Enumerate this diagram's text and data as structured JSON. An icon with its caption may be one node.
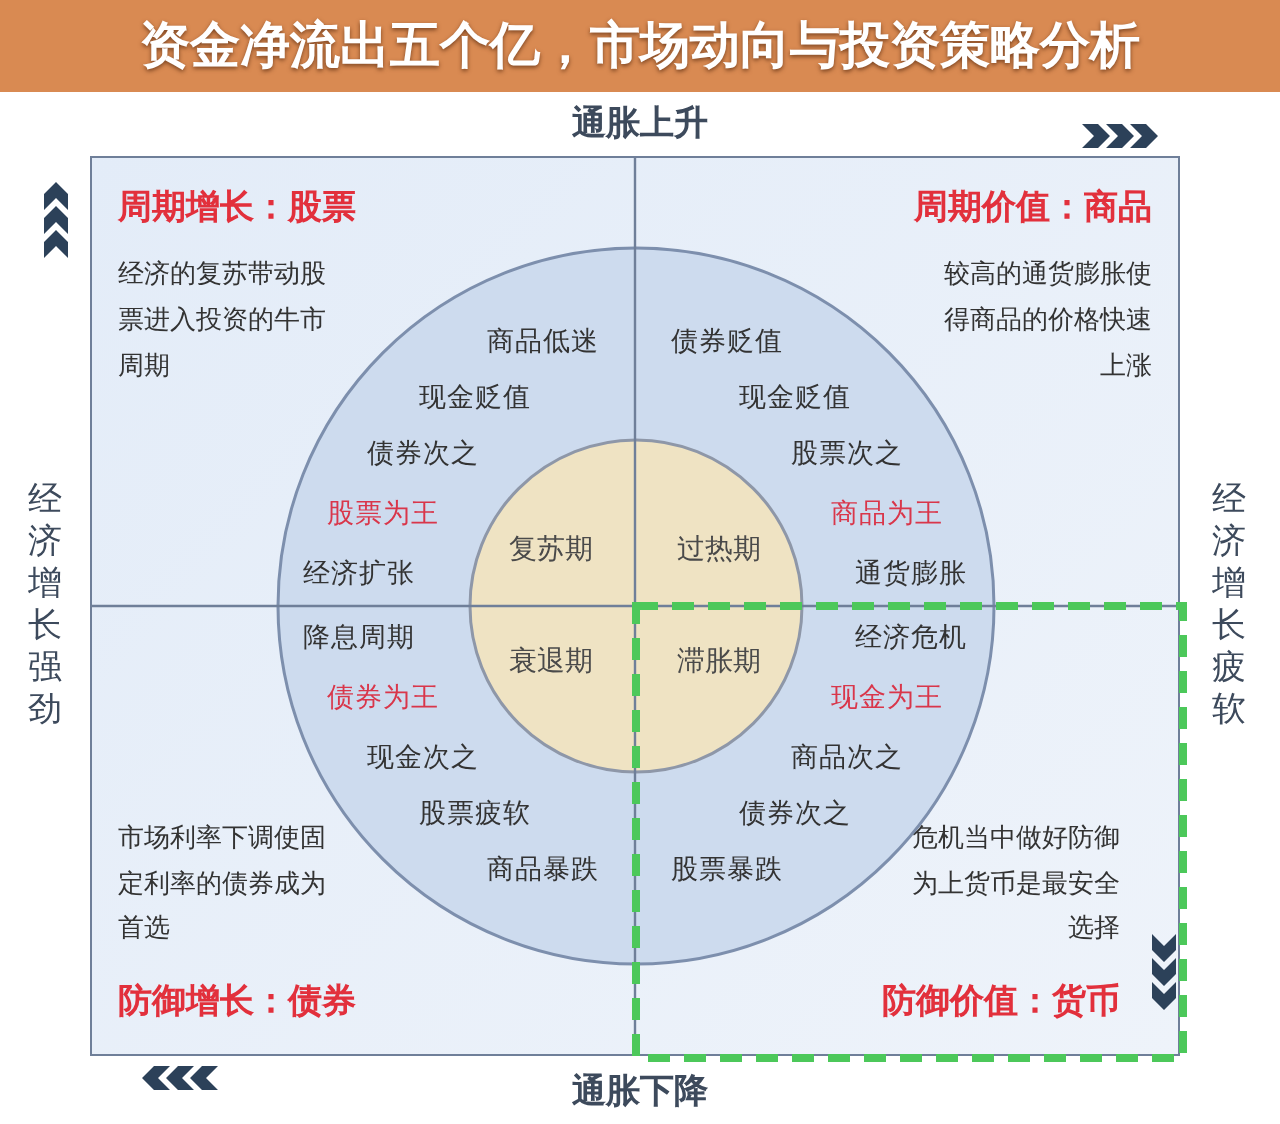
{
  "diagram": {
    "title": "资金净流出五个亿，市场动向与投资策略分析",
    "nodes": [
      {
        "text": [
          "周期增长：股票",
          "经济的复苏带动股票进入投资的牛市周期"
        ]
      },
      {
        "text": [
          "周期价值：商品",
          "较高的通货膨胀使得商品的价格快速上涨"
        ]
      },
      {
        "text": [
          "市场利率下调使固定利率的债券成为首选",
          "防御增长：债券"
        ]
      },
      {
        "text": [
          "危机当中做好防御为上货币是最安全选择",
          "防御价值：货币"
        ]
      },
      {
        "text": [
          "商品低迷",
          "债券贬值",
          "现金贬值",
          "现金贬值",
          "债券次之",
          "股票次之",
          "股票为王",
          "商品为王",
          "经济扩张",
          "通货膨胀",
          "降息周期",
          "经济危机",
          "债券为王",
          "现金为王",
          "现金次之",
          "商品次之",
          "股票疲软",
          "债券次之",
          "商品暴跌",
          "股票暴跌"
        ]
      },
      {
        "text": [
          "复苏期",
          "过热期",
          "衰退期",
          "滞胀期"
        ],
        "in": 4
      }
    ],
    "labels": [
      "通胀上升",
      "经济增长强劲",
      "经济增长疲软",
      "通胀下降"
    ]
  }
}
